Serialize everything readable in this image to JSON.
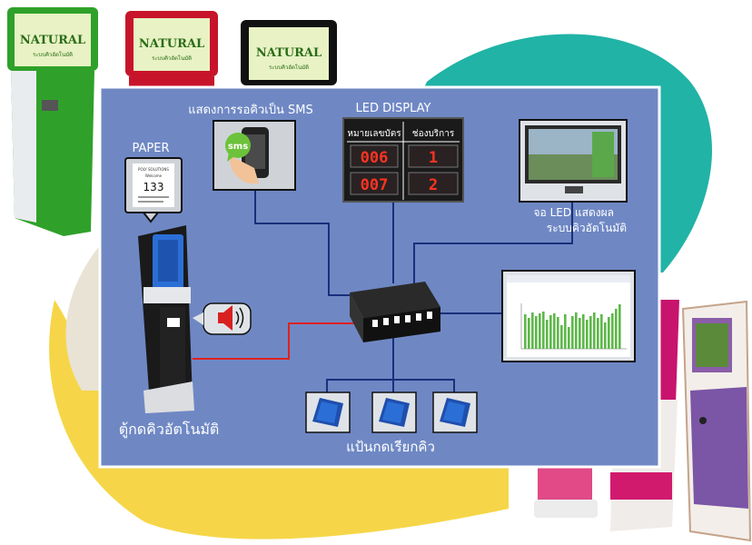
{
  "labels": {
    "sms": "แสดงการรอคิวเป็น SMS",
    "led_display": "LED DISPLAY",
    "paper": "PAPER",
    "tv": "จอ LED แสดงผล",
    "tv_line2": "ระบบคิวอัตโนมัติ",
    "kiosk": "ตู้กดคิวอัตโนมัติ",
    "callers": "แป้นกดเรียกคิว"
  },
  "phone": {
    "bubble": "sms"
  },
  "led_table": {
    "headers": [
      "หมายเลขบัตร",
      "ช่องบริการ"
    ],
    "rows": [
      {
        "ticket": "006",
        "counter": "1"
      },
      {
        "ticket": "007",
        "counter": "2"
      }
    ]
  },
  "paper_ticket": {
    "company": "POLY SOLUTIONS",
    "caption": "Welcome",
    "number": "133"
  },
  "kiosk_brand": {
    "name": "NATURAL",
    "tagline": "ระบบคิวอัตโนมัติ"
  },
  "colors": {
    "panel": "#6f88c4",
    "panel_border": "#ffffff",
    "line_blue": "#1b2f7a",
    "line_red": "#e02020",
    "led_bg": "#1a1a1a",
    "led_digit": "#ff3322",
    "kiosk_green": "#2fa12a",
    "kiosk_red": "#c8142a",
    "kiosk_black": "#111111",
    "blob_teal": "#20b3a6",
    "blob_yellow": "#f6d648"
  },
  "icons": [
    "phone-icon",
    "speaker-icon",
    "hub-icon",
    "monitor-icon",
    "tv-icon",
    "caller-icon",
    "kiosk-icon",
    "ticket-icon"
  ]
}
